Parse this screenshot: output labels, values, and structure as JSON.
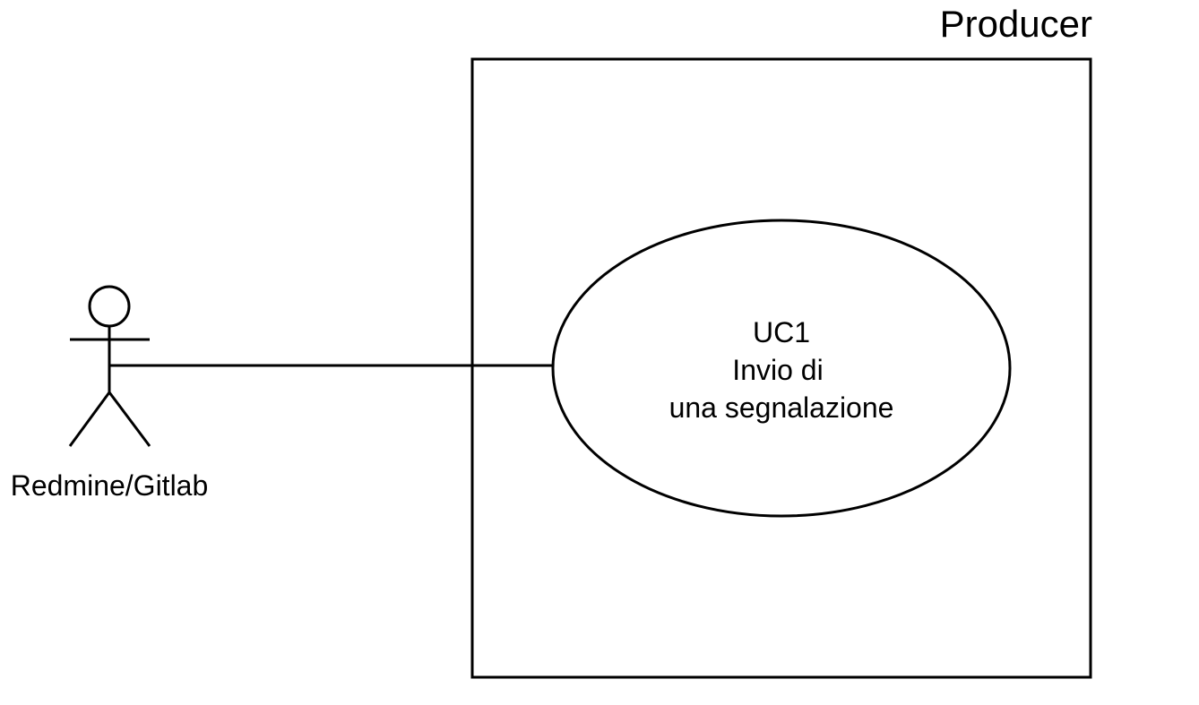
{
  "system": {
    "title": "Producer"
  },
  "actor": {
    "label": "Redmine/Gitlab"
  },
  "use_case": {
    "id": "UC1",
    "lines": [
      "Invio di",
      "una segnalazione"
    ]
  },
  "colors": {
    "stroke": "#000000",
    "background": "#ffffff"
  }
}
